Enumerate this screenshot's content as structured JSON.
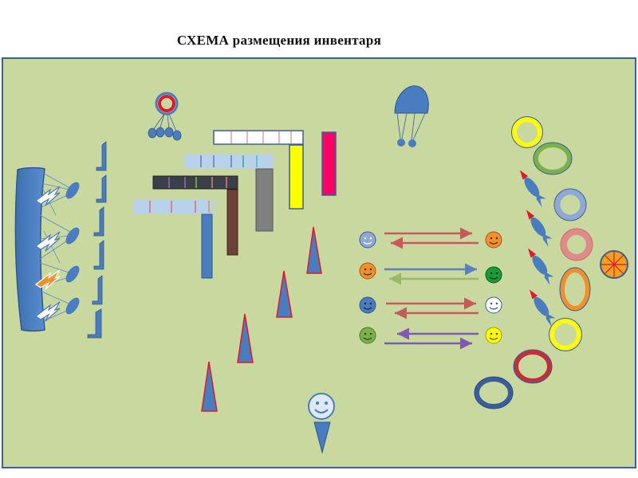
{
  "title": "СХЕМА  размещения инвентаря",
  "colors": {
    "field": "#c9d89f",
    "border": "#3a5d9c",
    "blue": "#4a7cc0",
    "red": "#e0182d",
    "yellow": "#ffff00",
    "green": "#7bb04a",
    "orange": "#f0902a",
    "pink": "#e97b7b",
    "magenta": "#ff0066",
    "dark": "#3a3f4a",
    "brown": "#6b4038",
    "gray": "#808080"
  },
  "items": {
    "gym_wall": "gymnastic-wall",
    "ladders": [
      "ladder-step",
      "ladder-step",
      "ladder-step",
      "ladder-step",
      "ladder-step",
      "ladder-step"
    ],
    "bench_lines": [
      "bench",
      "bench",
      "bench",
      "bench"
    ],
    "cones": [
      "cone",
      "cone",
      "cone",
      "cone",
      "cone"
    ],
    "hoops": [
      "hoop",
      "hoop",
      "hoop",
      "hoop",
      "hoop",
      "hoop",
      "hoop",
      "hoop"
    ],
    "smileys": [
      "smiley",
      "smiley",
      "smiley",
      "smiley",
      "smiley",
      "smiley",
      "smiley",
      "smiley",
      "smiley"
    ],
    "arrows": [
      "arrow",
      "arrow",
      "arrow",
      "arrow",
      "arrow",
      "arrow",
      "arrow",
      "arrow"
    ],
    "rockets": [
      "rocket",
      "rocket",
      "rocket",
      "rocket"
    ],
    "lightnings": [
      "lightning",
      "lightning",
      "lightning",
      "lightning"
    ]
  }
}
